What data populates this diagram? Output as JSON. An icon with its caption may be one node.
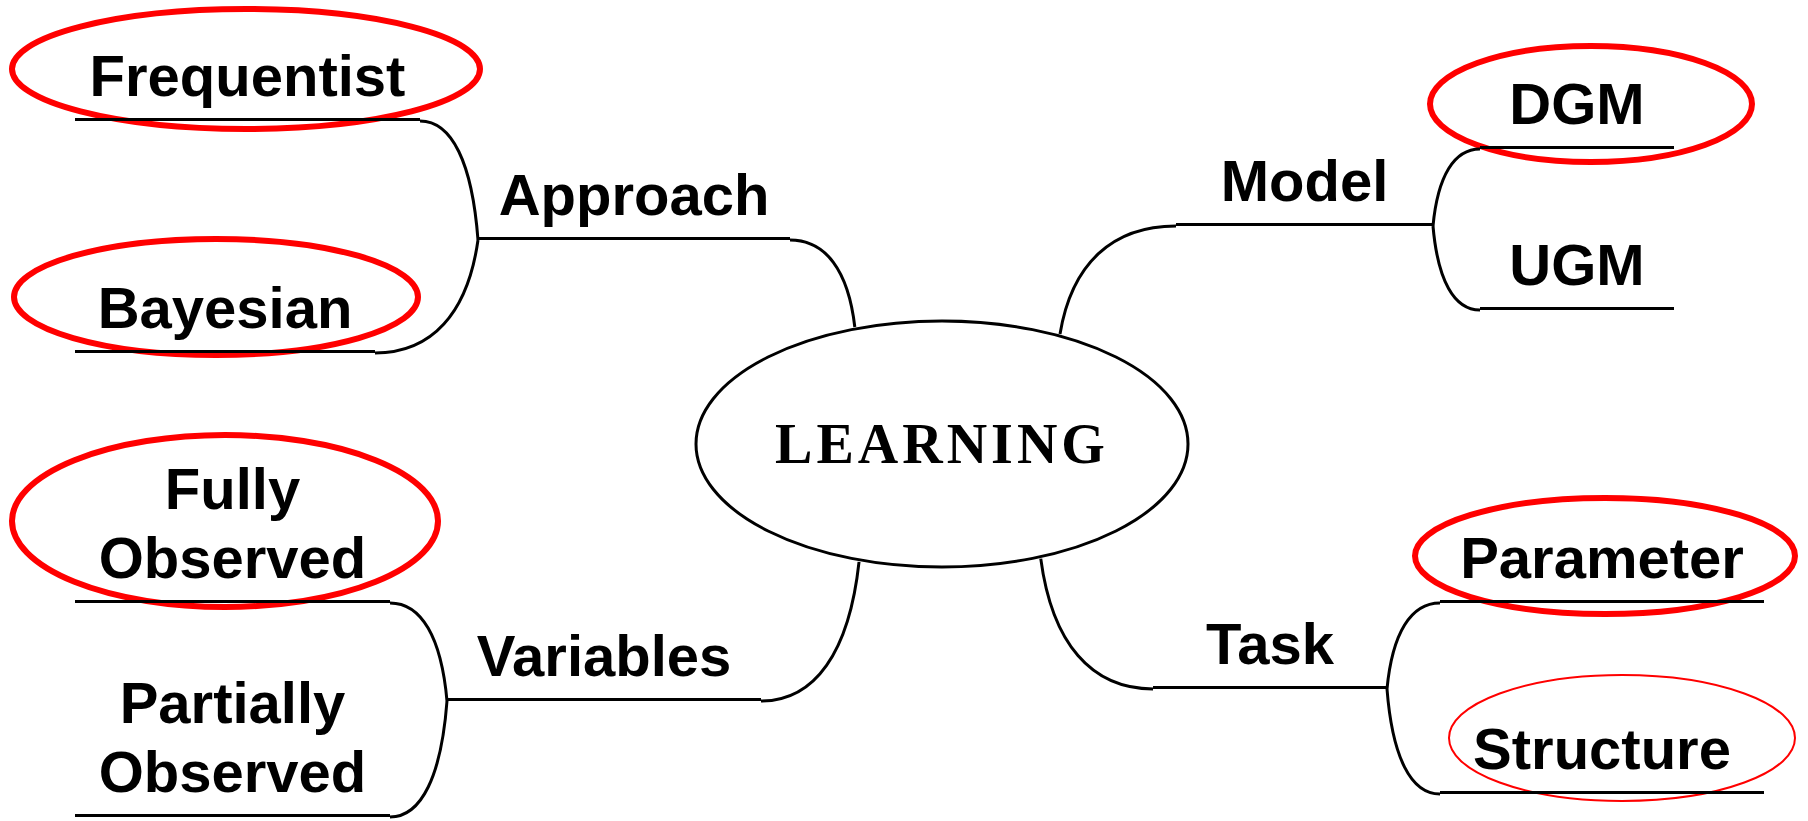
{
  "diagram": {
    "nodes": [
      {
        "text": [
          "LEARNING"
        ]
      },
      {
        "text": [
          "Approach"
        ]
      },
      {
        "text": [
          "Frequentist"
        ]
      },
      {
        "text": [
          "Bayesian"
        ]
      },
      {
        "text": [
          "Model"
        ]
      },
      {
        "text": [
          "DGM"
        ]
      },
      {
        "text": [
          "UGM"
        ]
      },
      {
        "text": [
          "Variables"
        ]
      },
      {
        "text": [
          "Fully Observed"
        ]
      },
      {
        "text": [
          "Partially Observed"
        ]
      },
      {
        "text": [
          "Task"
        ]
      },
      {
        "text": [
          "Parameter"
        ]
      },
      {
        "text": [
          "Structure"
        ]
      }
    ],
    "edges": [
      {
        "from": 0,
        "to": 1,
        "arrow": "none"
      },
      {
        "from": 1,
        "to": 2,
        "arrow": "none"
      },
      {
        "from": 1,
        "to": 3,
        "arrow": "none"
      },
      {
        "from": 0,
        "to": 4,
        "arrow": "none"
      },
      {
        "from": 4,
        "to": 5,
        "arrow": "none"
      },
      {
        "from": 4,
        "to": 6,
        "arrow": "none"
      },
      {
        "from": 0,
        "to": 7,
        "arrow": "none"
      },
      {
        "from": 7,
        "to": 8,
        "arrow": "none"
      },
      {
        "from": 7,
        "to": 9,
        "arrow": "none"
      },
      {
        "from": 0,
        "to": 10,
        "arrow": "none"
      },
      {
        "from": 10,
        "to": 11,
        "arrow": "none"
      },
      {
        "from": 10,
        "to": 12,
        "arrow": "none"
      }
    ]
  }
}
